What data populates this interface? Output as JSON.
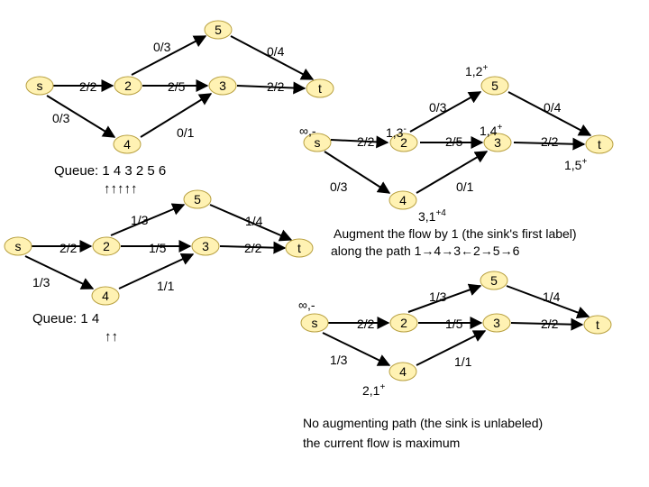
{
  "node_fill": "#fff2b3",
  "node_stroke": "#b8a040",
  "graph1": {
    "nodes": {
      "s": "s",
      "n2": "2",
      "n3": "3",
      "n4": "4",
      "n5": "5",
      "t": "t"
    },
    "edges": {
      "s_2": "2/2",
      "2_3": "2/5",
      "3_t": "2/2",
      "2_5": "0/3",
      "5_t": "0/4",
      "s_4": "0/3",
      "4_3": "0/1"
    },
    "queue": "Queue: 1 4 3 2 5 6",
    "queue_arrows": "↑↑↑↑↑"
  },
  "graph2": {
    "nodes": {
      "s": "s",
      "n2": "2",
      "n3": "3",
      "n4": "4",
      "n5": "5",
      "t": "t"
    },
    "edges": {
      "s_2": "2/2",
      "2_3": "2/5",
      "3_t": "2/2",
      "2_5": "0/3",
      "5_t": "0/4",
      "s_4": "0/3",
      "4_3": "0/1"
    },
    "labels": {
      "s": "∞,-",
      "n2": "1,3",
      "n2_sup": "-",
      "n3": "1,4",
      "n3_sup": "+",
      "n4": "3,1",
      "n4_sup": "+4",
      "n5": "1,2",
      "n5_sup": "+",
      "t": "1,5",
      "t_sup": "+"
    },
    "note_line1": "Augment the flow by 1 (the sink's first label)",
    "note_line2": "along the path 1→4→3←2→5→6"
  },
  "graph3": {
    "nodes": {
      "s": "s",
      "n2": "2",
      "n3": "3",
      "n4": "4",
      "n5": "5",
      "t": "t"
    },
    "edges": {
      "s_2": "2/2",
      "2_3": "1/5",
      "3_t": "2/2",
      "2_5": "1/3",
      "5_t": "1/4",
      "s_4": "1/3",
      "4_3": "1/1"
    },
    "queue": "Queue: 1 4",
    "queue_arrows": "↑↑"
  },
  "graph4": {
    "nodes": {
      "s": "s",
      "n2": "2",
      "n3": "3",
      "n4": "4",
      "n5": "5",
      "t": "t"
    },
    "edges": {
      "s_2": "2/2",
      "2_3": "1/5",
      "3_t": "2/2",
      "2_5": "1/3",
      "5_t": "1/4",
      "s_4": "1/3",
      "4_3": "1/1"
    },
    "labels": {
      "s": "∞,-",
      "n4": "2,1",
      "n4_sup": "+"
    },
    "note_line1": "No augmenting path (the sink is unlabeled)",
    "note_line2": "the current flow is maximum"
  }
}
